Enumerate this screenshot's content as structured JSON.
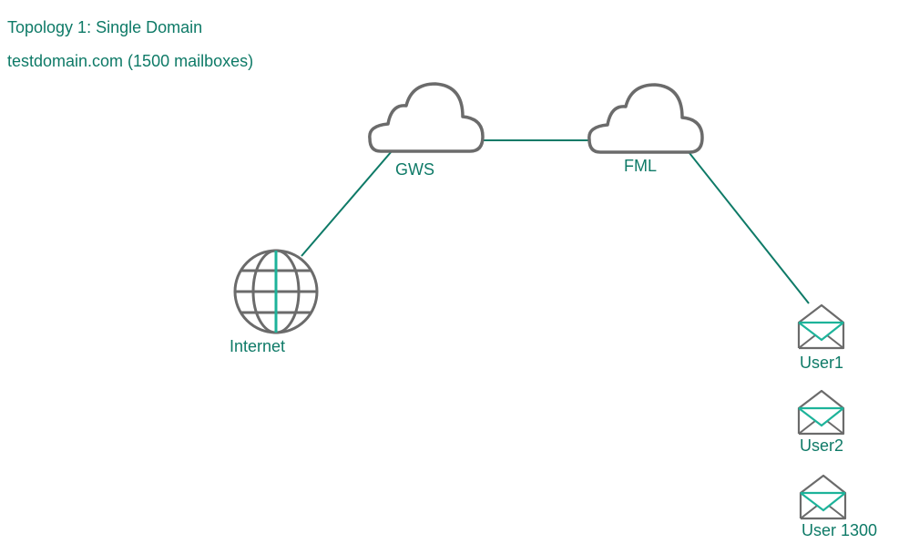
{
  "diagram": {
    "title": "Topology 1: Single Domain",
    "subtitle": "testdomain.com (1500 mailboxes)",
    "nodes": {
      "gws": {
        "label": "GWS",
        "icon": "cloud-icon"
      },
      "fml": {
        "label": "FML",
        "icon": "cloud-icon"
      },
      "internet": {
        "label": "Internet",
        "icon": "globe-icon"
      },
      "user1": {
        "label": "User1",
        "icon": "envelope-icon"
      },
      "user2": {
        "label": "User2",
        "icon": "envelope-icon"
      },
      "user1300": {
        "label": "User 1300",
        "icon": "envelope-icon"
      }
    },
    "edges": [
      {
        "from": "internet",
        "to": "gws"
      },
      {
        "from": "gws",
        "to": "fml"
      },
      {
        "from": "fml",
        "to": "user1"
      }
    ],
    "colors": {
      "accent": "#0e7a67",
      "highlight": "#1db39a",
      "icon_stroke": "#6b6b6b",
      "background": "#ffffff"
    }
  }
}
